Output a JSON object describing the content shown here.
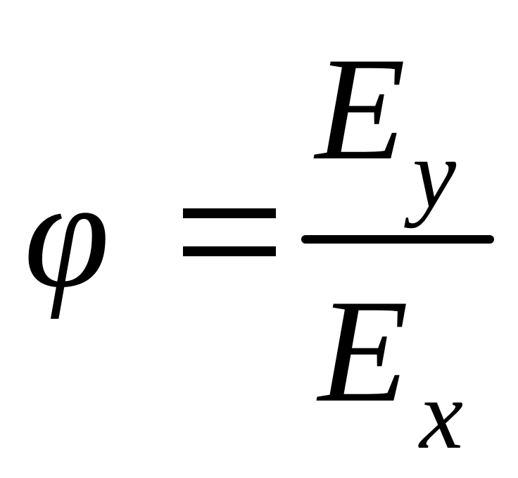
{
  "formula": {
    "lhs": "φ",
    "equals": "=",
    "numerator": {
      "symbol": "E",
      "subscript": "y"
    },
    "denominator": {
      "symbol": "E",
      "subscript": "x"
    }
  }
}
